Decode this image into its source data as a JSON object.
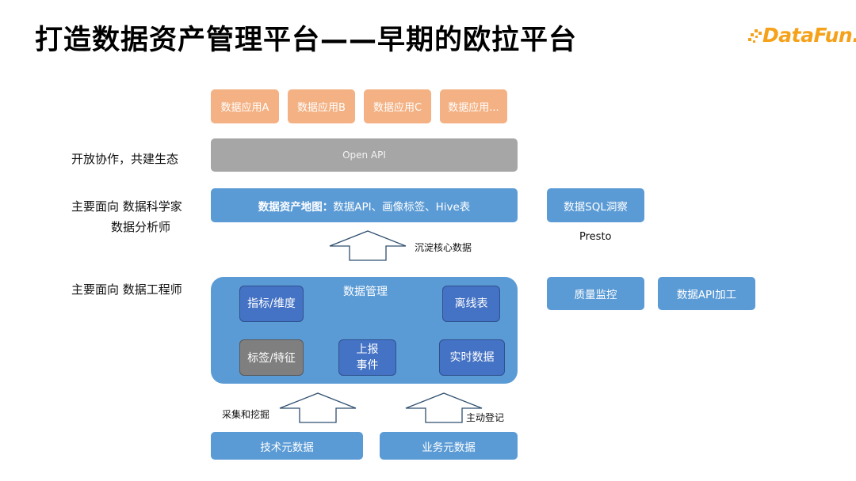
{
  "title": "打造数据资产管理平台——早期的欧拉平台",
  "logo": {
    "text": "DataFun.",
    "accent": "#f5a11a"
  },
  "apps": [
    "数据应用A",
    "数据应用B",
    "数据应用C",
    "数据应用..."
  ],
  "open_api": "Open API",
  "asset_map": {
    "bold": "数据资产地图：",
    "rest": "数据API、画像标签、Hive表"
  },
  "sql_insight": "数据SQL洞察",
  "presto": "Presto",
  "sediment": "沉淀核心数据",
  "left_labels": {
    "collab": "开放协作，共建生态",
    "scientist_line1": "主要面向 数据科学家",
    "scientist_line2": "数据分析师",
    "engineer": "主要面向 数据工程师"
  },
  "data_mgmt": {
    "title": "数据管理",
    "metric": "指标/维度",
    "offline": "离线表",
    "tag": "标签/特征",
    "report_line1": "上报",
    "report_line2": "事件",
    "realtime": "实时数据"
  },
  "quality": "质量监控",
  "api_process": "数据API加工",
  "collect": "采集和挖掘",
  "register": "主动登记",
  "tech_meta": "技术元数据",
  "biz_meta": "业务元数据",
  "colors": {
    "orange": "#f4b183",
    "gray": "#a6a6a6",
    "blue": "#5b9bd5",
    "dark_blue": "#4472c4",
    "dark_gray": "#7f7f7f"
  }
}
